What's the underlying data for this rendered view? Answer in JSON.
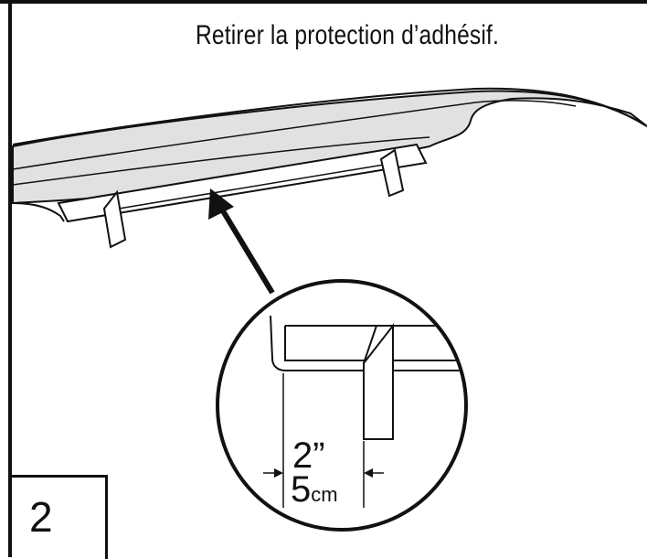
{
  "instruction": {
    "text": "Retirer la protection d’adhésif."
  },
  "step": {
    "number": "2"
  },
  "dimension": {
    "imperial": "2”",
    "metric_value": "5",
    "metric_unit": "cm"
  },
  "colors": {
    "line": "#111111",
    "fill_grey": "#e1e1e1",
    "background": "#ffffff"
  }
}
